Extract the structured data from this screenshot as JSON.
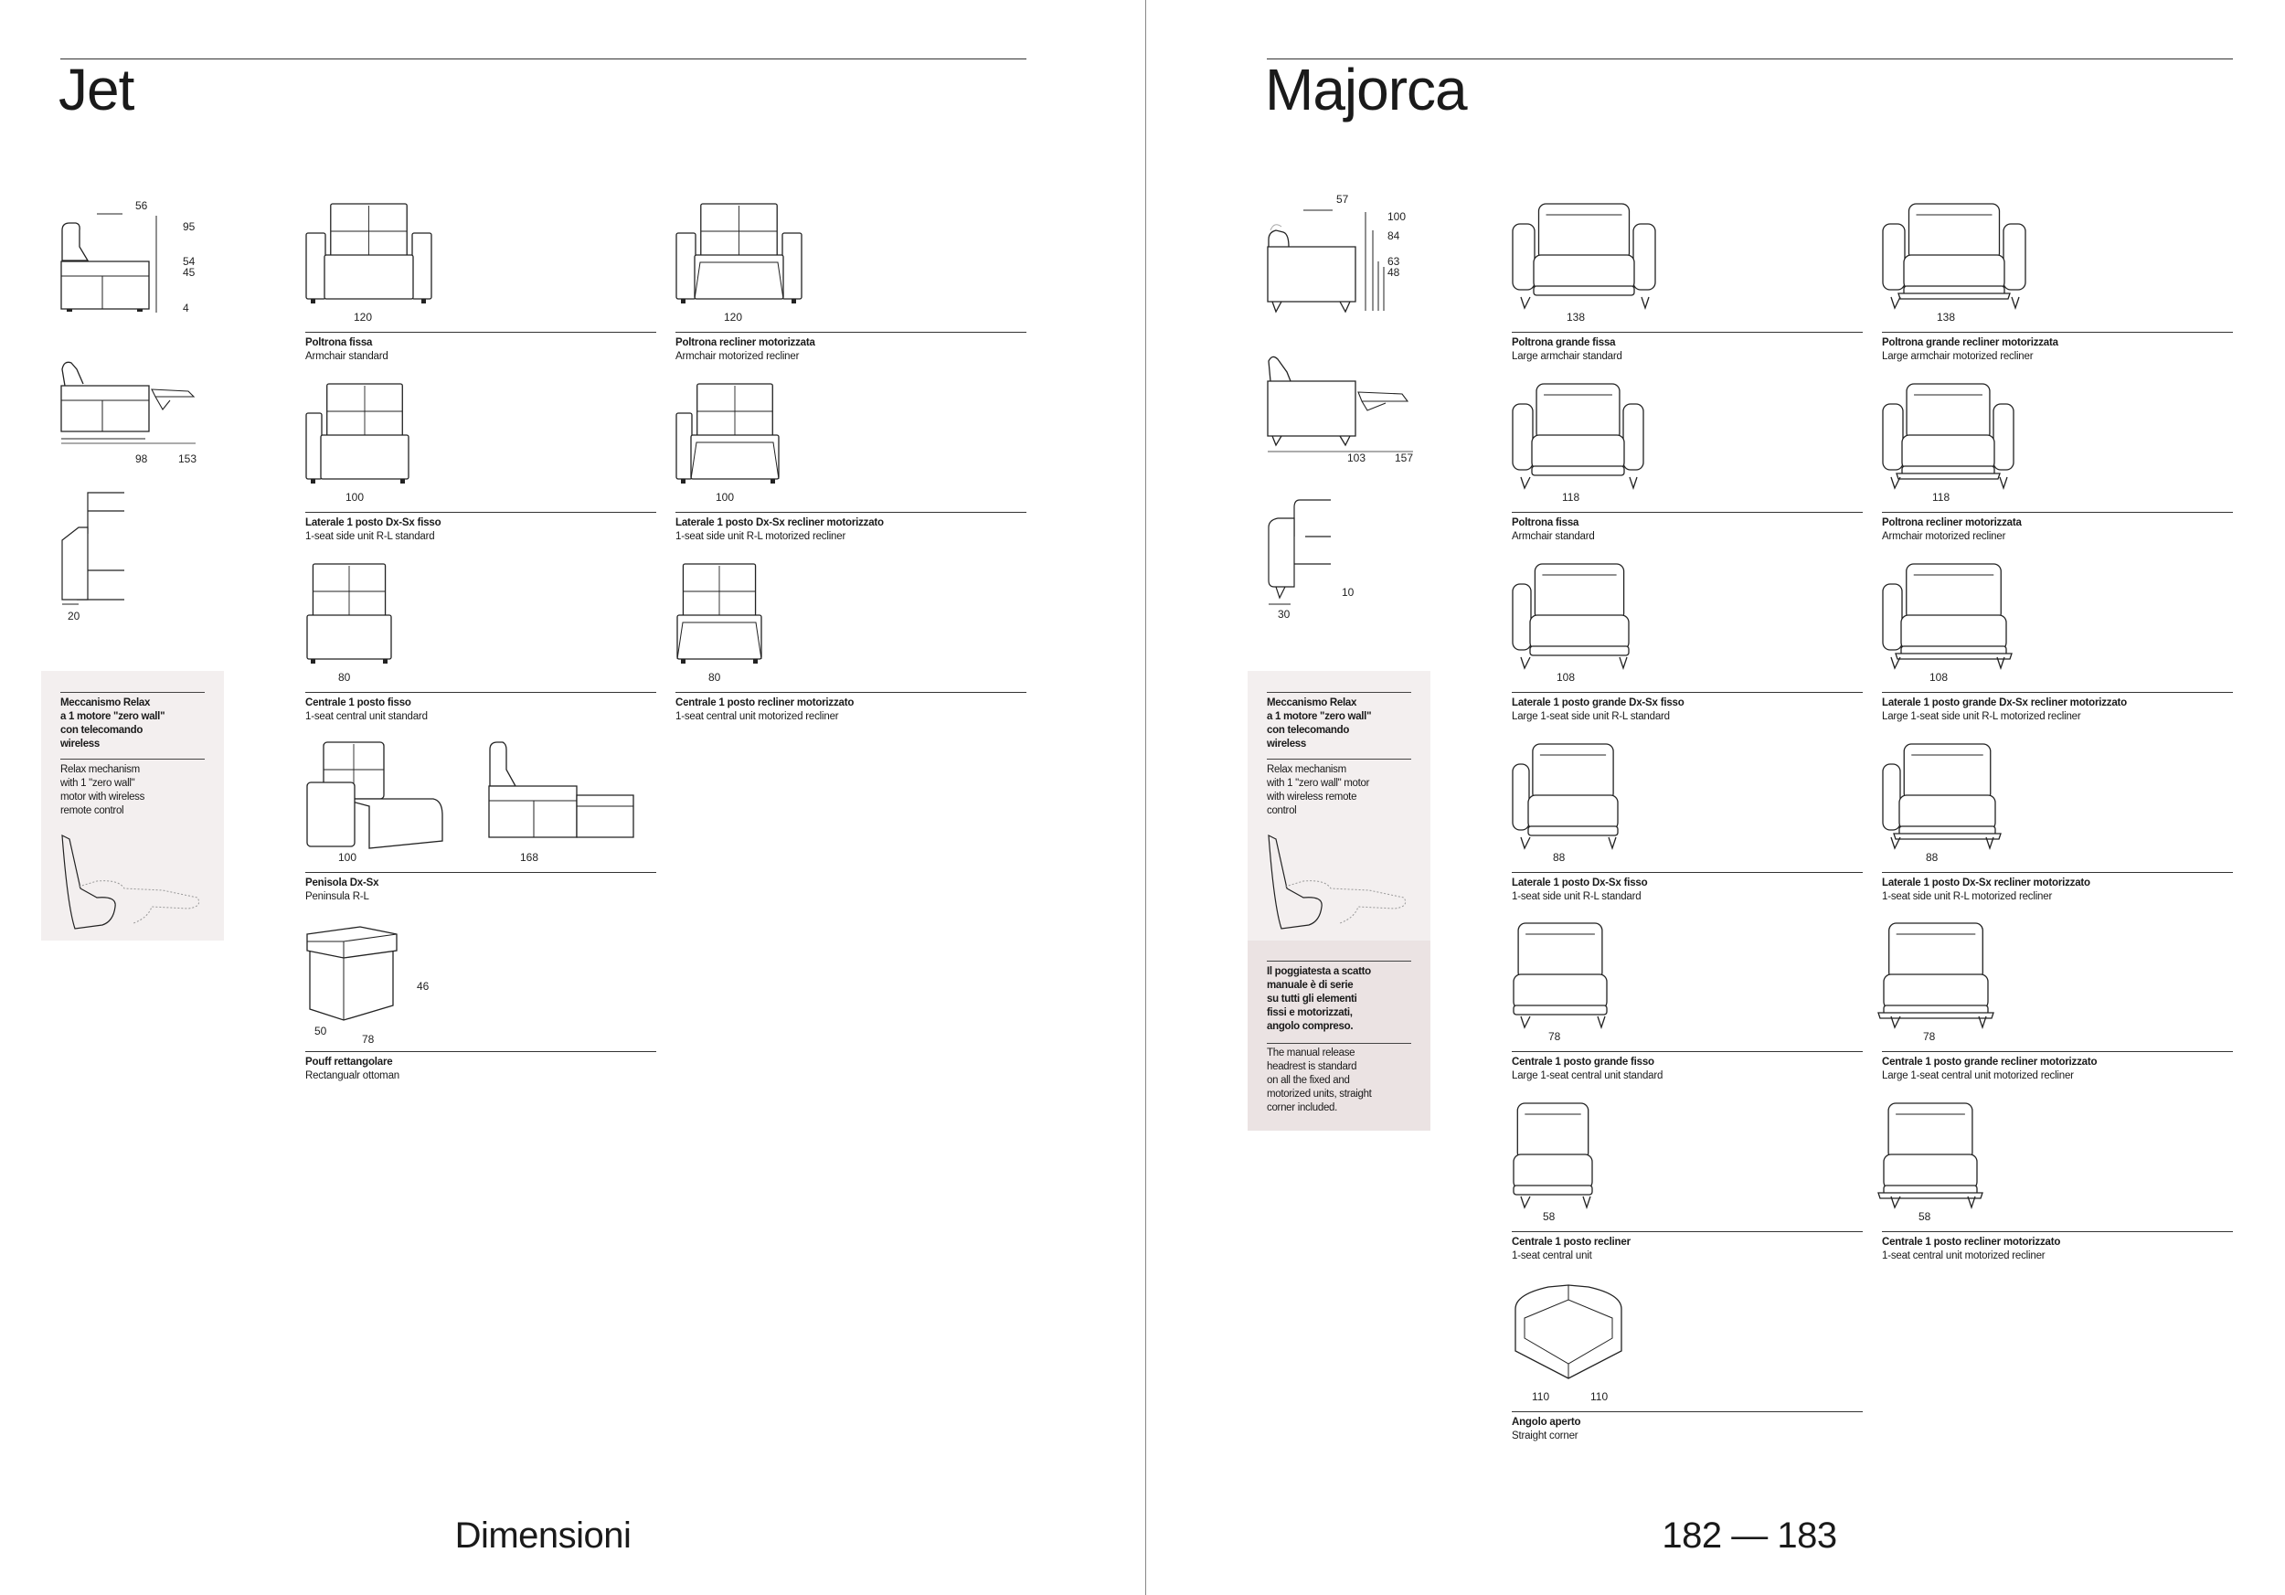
{
  "left_page": {
    "title": "Jet",
    "footer": "Dimensioni",
    "side_dimensions": {
      "side_view": [
        "56",
        "95",
        "54",
        "45",
        "4"
      ],
      "reclined_view": [
        "98",
        "153"
      ],
      "top_view": [
        "20"
      ]
    },
    "info_box": {
      "title_lines": [
        "Meccanismo Relax",
        "a 1 motore \"zero wall\"",
        "con telecomando",
        "wireless"
      ],
      "body_lines": [
        "Relax mechanism",
        "with 1 \"zero wall\"",
        "motor with wireless",
        "remote control"
      ]
    },
    "products": [
      {
        "name": "Poltrona fissa",
        "sub": "Armchair standard",
        "dims": [
          "120"
        ],
        "icon": "armchair-icon"
      },
      {
        "name": "Poltrona recliner motorizzata",
        "sub": "Armchair motorized recliner",
        "dims": [
          "120"
        ],
        "icon": "armchair-recliner-icon"
      },
      {
        "name": "Laterale 1 posto Dx-Sx fisso",
        "sub": "1-seat side unit R-L standard",
        "dims": [
          "100"
        ],
        "icon": "side-unit-icon"
      },
      {
        "name": "Laterale 1 posto Dx-Sx recliner motorizzato",
        "sub": "1-seat side unit R-L motorized recliner",
        "dims": [
          "100"
        ],
        "icon": "side-unit-recliner-icon"
      },
      {
        "name": "Centrale 1 posto fisso",
        "sub": "1-seat central unit standard",
        "dims": [
          "80"
        ],
        "icon": "central-unit-icon"
      },
      {
        "name": "Centrale 1 posto recliner motorizzato",
        "sub": "1-seat central unit motorized recliner",
        "dims": [
          "80"
        ],
        "icon": "central-unit-recliner-icon"
      },
      {
        "name": "Penisola Dx-Sx",
        "sub": "Peninsula R-L",
        "dims": [
          "100",
          "168"
        ],
        "icon": "peninsula-icon"
      },
      {
        "name": "Pouff rettangolare",
        "sub": "Rectangualr ottoman",
        "dims": [
          "46",
          "50",
          "78"
        ],
        "icon": "ottoman-icon"
      }
    ]
  },
  "right_page": {
    "title": "Majorca",
    "footer": "182 — 183",
    "side_dimensions": {
      "side_view": [
        "57",
        "100",
        "84",
        "63",
        "48"
      ],
      "reclined_view": [
        "103",
        "157"
      ],
      "top_view": [
        "30",
        "10"
      ]
    },
    "info_box": {
      "title_lines": [
        "Meccanismo Relax",
        "a 1 motore \"zero wall\"",
        "con telecomando",
        "wireless"
      ],
      "body_lines": [
        "Relax mechanism",
        "with 1 \"zero wall\" motor",
        "with wireless remote",
        "control"
      ],
      "note_title_lines": [
        "Il poggiatesta a scatto",
        "manuale è di serie",
        "su tutti gli elementi",
        "fissi e motorizzati,",
        "angolo compreso."
      ],
      "note_body_lines": [
        "The manual release",
        "headrest is standard",
        "on all the fixed and",
        "motorized units, straight",
        "corner included."
      ]
    },
    "products": [
      {
        "name": "Poltrona grande fissa",
        "sub": "Large armchair standard",
        "dims": [
          "138"
        ],
        "icon": "large-armchair-icon"
      },
      {
        "name": "Poltrona grande recliner motorizzata",
        "sub": "Large armchair motorized recliner",
        "dims": [
          "138"
        ],
        "icon": "large-armchair-recliner-icon"
      },
      {
        "name": "Poltrona fissa",
        "sub": "Armchair standard",
        "dims": [
          "118"
        ],
        "icon": "armchair-icon"
      },
      {
        "name": "Poltrona recliner motorizzata",
        "sub": "Armchair motorized recliner",
        "dims": [
          "118"
        ],
        "icon": "armchair-recliner-icon"
      },
      {
        "name": "Laterale 1 posto grande Dx-Sx fisso",
        "sub": "Large 1-seat side unit R-L standard",
        "dims": [
          "108"
        ],
        "icon": "large-side-unit-icon"
      },
      {
        "name": "Laterale 1 posto grande Dx-Sx recliner motorizzato",
        "sub": "Large 1-seat side unit R-L motorized recliner",
        "dims": [
          "108"
        ],
        "icon": "large-side-unit-recliner-icon"
      },
      {
        "name": "Laterale 1 posto Dx-Sx fisso",
        "sub": "1-seat side unit R-L standard",
        "dims": [
          "88"
        ],
        "icon": "side-unit-icon"
      },
      {
        "name": "Laterale 1 posto Dx-Sx recliner motorizzato",
        "sub": "1-seat side unit R-L motorized recliner",
        "dims": [
          "88"
        ],
        "icon": "side-unit-recliner-icon"
      },
      {
        "name": "Centrale 1 posto grande fisso",
        "sub": "Large 1-seat central unit standard",
        "dims": [
          "78"
        ],
        "icon": "large-central-unit-icon"
      },
      {
        "name": "Centrale 1 posto grande recliner motorizzato",
        "sub": "Large 1-seat central unit motorized recliner",
        "dims": [
          "78"
        ],
        "icon": "large-central-unit-recliner-icon"
      },
      {
        "name": "Centrale 1 posto recliner",
        "sub": "1-seat central unit",
        "dims": [
          "58"
        ],
        "icon": "central-unit-icon"
      },
      {
        "name": "Centrale 1 posto recliner motorizzato",
        "sub": "1-seat central unit motorized recliner",
        "dims": [
          "58"
        ],
        "icon": "central-unit-recliner-icon"
      },
      {
        "name": "Angolo aperto",
        "sub": "Straight corner",
        "dims": [
          "110",
          "110"
        ],
        "icon": "corner-unit-icon"
      }
    ]
  }
}
